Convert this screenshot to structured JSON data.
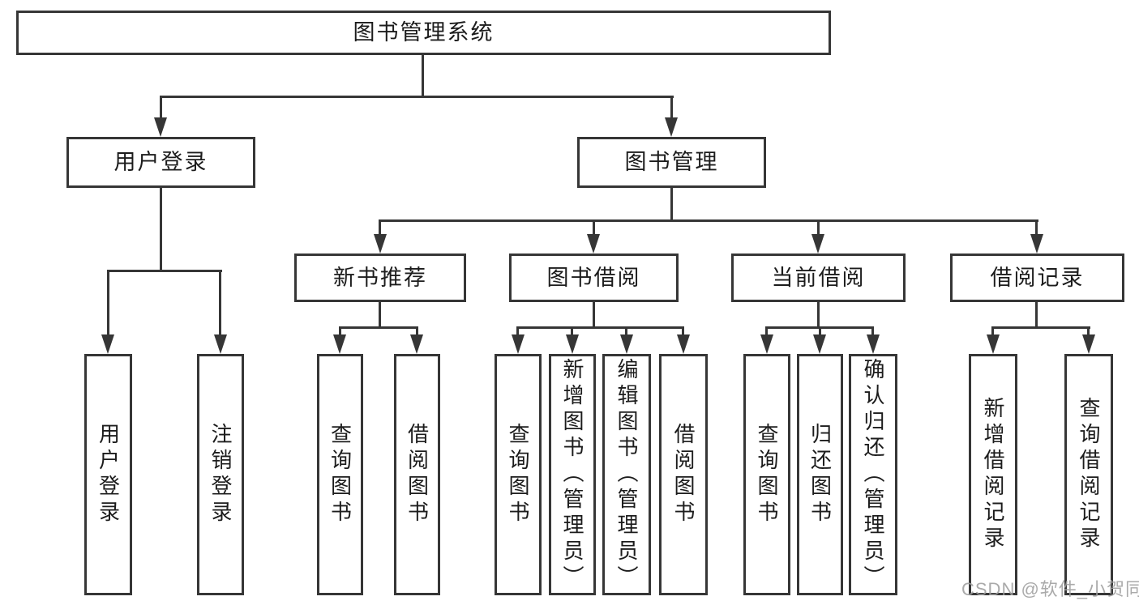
{
  "tree": {
    "root": {
      "label": "图书管理系统"
    },
    "branches": [
      {
        "label": "用户登录",
        "children": [
          {
            "label": "用户登录"
          },
          {
            "label": "注销登录"
          }
        ]
      },
      {
        "label": "图书管理",
        "children": [
          {
            "label": "新书推荐",
            "children": [
              {
                "label": "查询图书"
              },
              {
                "label": "借阅图书"
              }
            ]
          },
          {
            "label": "图书借阅",
            "children": [
              {
                "label": "查询图书"
              },
              {
                "label": "新增图书（管理员）"
              },
              {
                "label": "编辑图书（管理员）"
              },
              {
                "label": "借阅图书"
              }
            ]
          },
          {
            "label": "当前借阅",
            "children": [
              {
                "label": "查询图书"
              },
              {
                "label": "归还图书"
              },
              {
                "label": "确认归还（管理员）"
              }
            ]
          },
          {
            "label": "借阅记录",
            "children": [
              {
                "label": "新增借阅记录"
              },
              {
                "label": "查询借阅记录"
              }
            ]
          }
        ]
      }
    ]
  },
  "watermark": {
    "text": "CSDN @软件_小贺同学"
  },
  "colors": {
    "line": "#363636",
    "text": "#1c1c1c",
    "background": "#ffffff",
    "watermark": "#9e9e9e"
  }
}
